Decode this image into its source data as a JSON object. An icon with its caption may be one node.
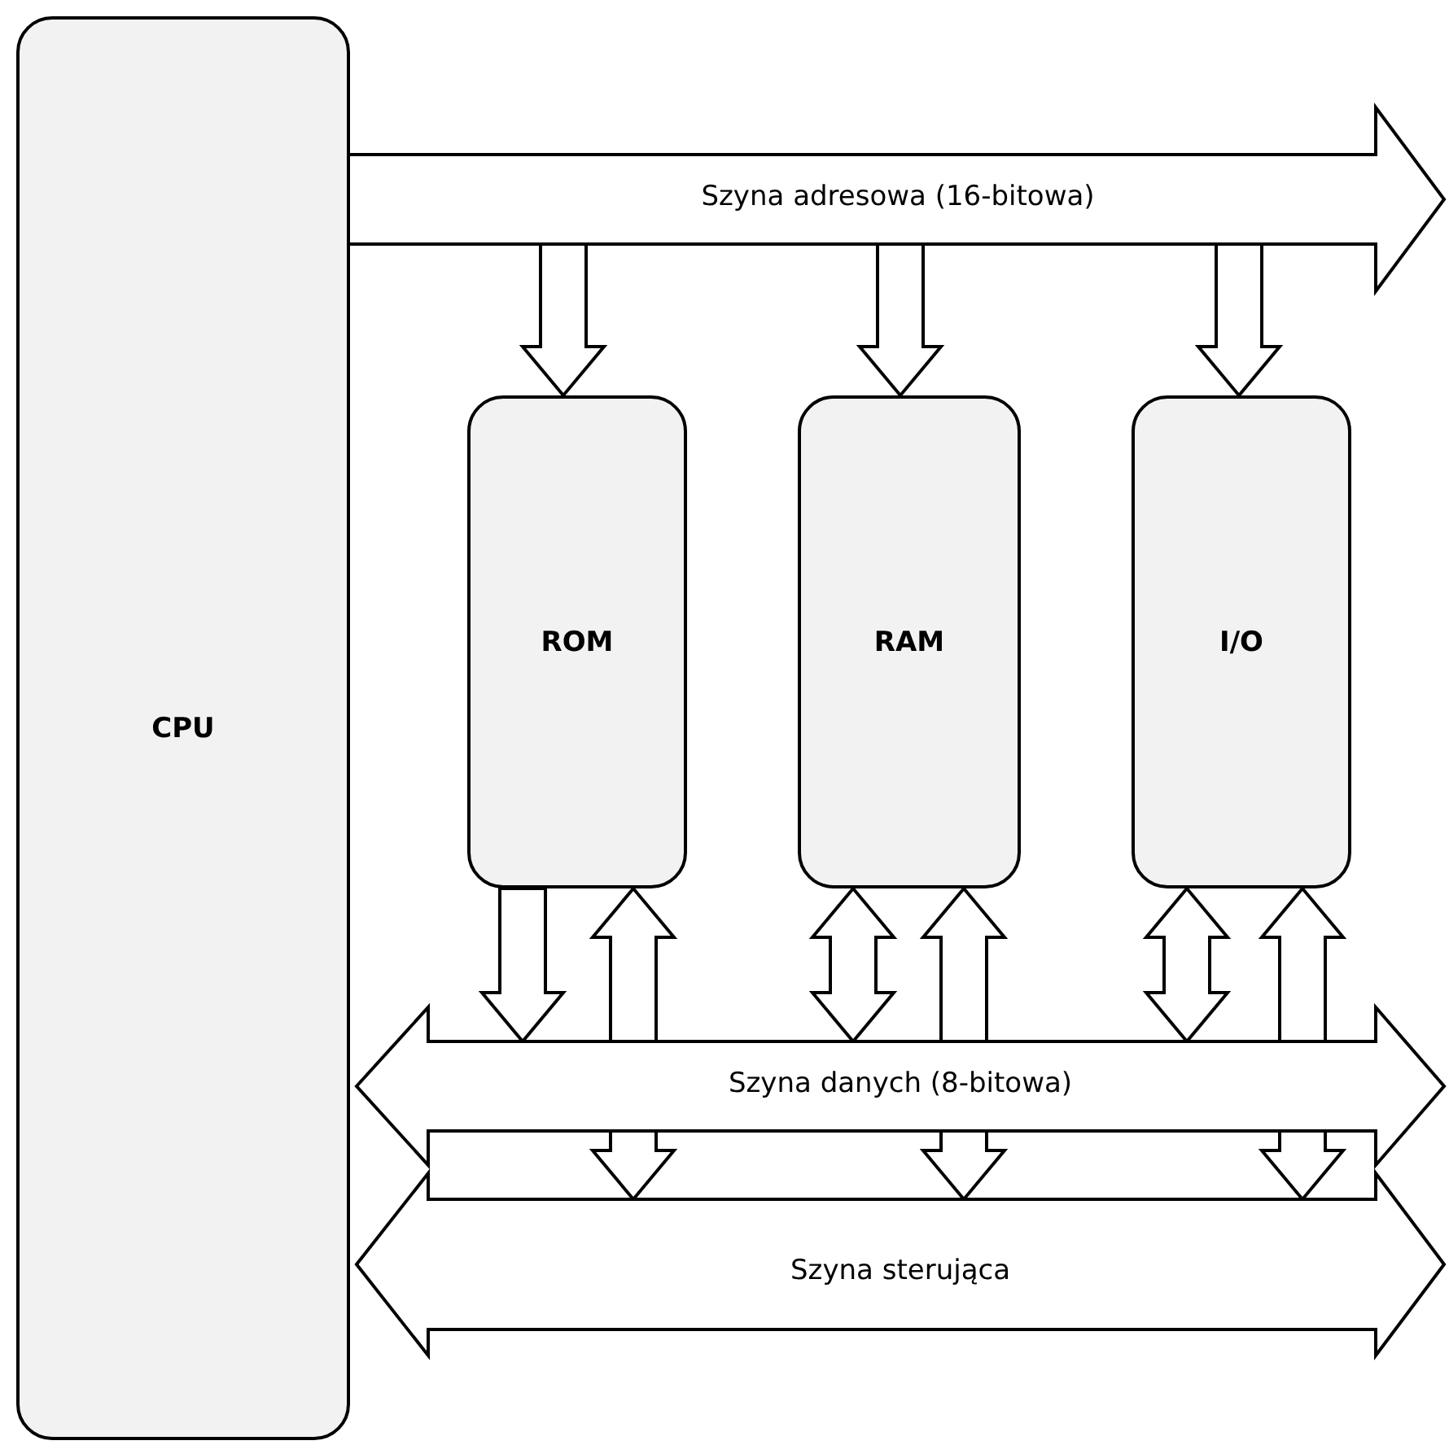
{
  "diagram": {
    "nodes": [
      {
        "text": [
          "CPU"
        ]
      },
      {
        "text": [
          "Szyna adresowa (16-bitowa)"
        ]
      },
      {
        "text": [
          "ROM"
        ]
      },
      {
        "text": [
          "RAM"
        ]
      },
      {
        "text": [
          "I/O"
        ]
      },
      {
        "text": [
          "Szyna danych (8-bitowa)"
        ]
      },
      {
        "text": [
          "Szyna sterująca"
        ]
      }
    ],
    "edges": [
      {
        "from": 1,
        "to": 2,
        "arrow": "to"
      },
      {
        "from": 1,
        "to": 3,
        "arrow": "to"
      },
      {
        "from": 1,
        "to": 4,
        "arrow": "to"
      },
      {
        "from": 2,
        "to": 5,
        "arrow": "to"
      },
      {
        "from": 2,
        "to": 6,
        "arrow": "both"
      },
      {
        "from": 3,
        "to": 5,
        "arrow": "both"
      },
      {
        "from": 3,
        "to": 6,
        "arrow": "both"
      },
      {
        "from": 4,
        "to": 5,
        "arrow": "both"
      },
      {
        "from": 4,
        "to": 6,
        "arrow": "both"
      }
    ]
  }
}
